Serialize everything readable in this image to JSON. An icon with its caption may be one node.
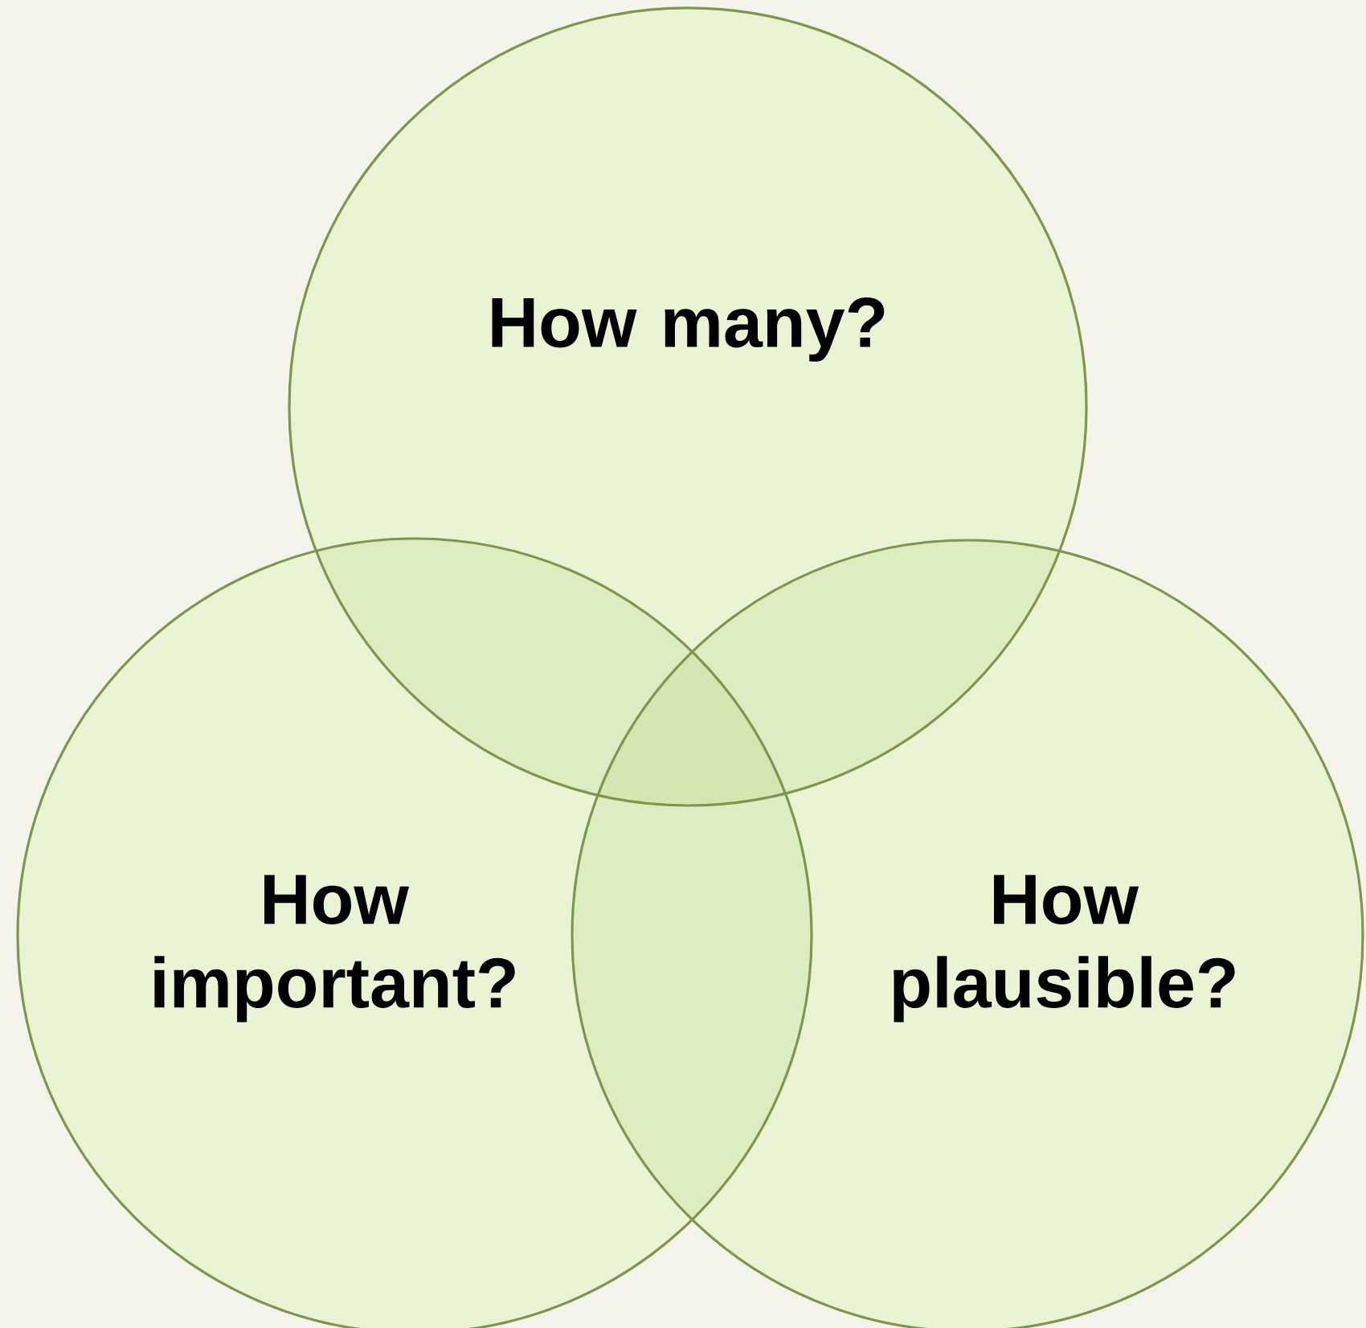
{
  "diagram": {
    "nodes": [
      {
        "text": [
          "How many?"
        ]
      },
      {
        "text": [
          "How important?"
        ]
      },
      {
        "text": [
          "How plausible?"
        ]
      }
    ]
  }
}
